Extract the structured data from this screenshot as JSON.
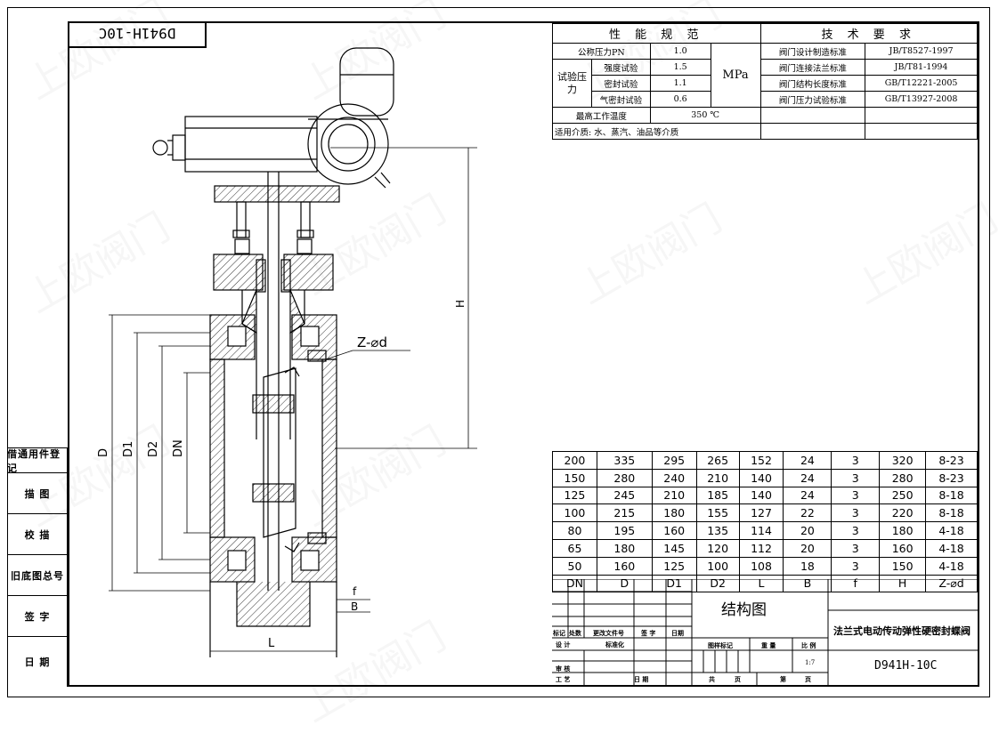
{
  "drawing_tag": "D941H-10C",
  "watermark": "上欧阀门",
  "spec_table": {
    "performance_title": "性 能 规 范",
    "tech_title": "技 术 要 求",
    "rows": [
      {
        "label": "公称压力PN",
        "value": "1.0"
      },
      {
        "label": "强度试验",
        "value": "1.5"
      },
      {
        "label": "密封试验",
        "value": "1.1"
      },
      {
        "label": "气密封试验",
        "value": "0.6"
      }
    ],
    "test_pressure_label": "试验压力",
    "unit": "MPa",
    "max_temp_label": "最高工作温度",
    "max_temp_value": "350 ℃",
    "medium_label": "适用介质: 水、蒸汽、油品等介质",
    "standards": [
      {
        "name": "阀门设计制造标准",
        "code": "JB/T8527-1997"
      },
      {
        "name": "阀门连接法兰标准",
        "code": "JB/T81-1994"
      },
      {
        "name": "阀门结构长度标准",
        "code": "GB/T12221-2005"
      },
      {
        "name": "阀门压力试验标准",
        "code": "GB/T13927-2008"
      }
    ]
  },
  "dimension_table": {
    "headers": [
      "DN",
      "D",
      "D1",
      "D2",
      "L",
      "B",
      "f",
      "H",
      "Z-⌀d"
    ],
    "rows": [
      [
        "200",
        "335",
        "295",
        "265",
        "152",
        "24",
        "3",
        "320",
        "8-23"
      ],
      [
        "150",
        "280",
        "240",
        "210",
        "140",
        "24",
        "3",
        "280",
        "8-23"
      ],
      [
        "125",
        "245",
        "210",
        "185",
        "140",
        "24",
        "3",
        "250",
        "8-18"
      ],
      [
        "100",
        "215",
        "180",
        "155",
        "127",
        "22",
        "3",
        "220",
        "8-18"
      ],
      [
        "80",
        "195",
        "160",
        "135",
        "114",
        "20",
        "3",
        "180",
        "4-18"
      ],
      [
        "65",
        "180",
        "145",
        "120",
        "112",
        "20",
        "3",
        "160",
        "4-18"
      ],
      [
        "50",
        "160",
        "125",
        "100",
        "108",
        "18",
        "3",
        "150",
        "4-18"
      ]
    ]
  },
  "title_block": {
    "drawing_type": "结构图",
    "product_name": "法兰式电动传动弹性硬密封蝶阀",
    "model": "D941H-10C",
    "scale": "1:7",
    "labels": {
      "mark": "标记",
      "count": "处数",
      "change_doc": "更改文件号",
      "sign": "签 字",
      "date": "日期",
      "design": "设 计",
      "standardize": "标准化",
      "review": "审 核",
      "process": "工 艺",
      "date2": "日 期",
      "sample_mark": "图样标记",
      "weight": "重 量",
      "ratio": "比 例",
      "total": "共",
      "sheet": "页",
      "no": "第",
      "sheet2": "页"
    }
  },
  "side_panel": [
    "借通用件登记",
    "描 图",
    "校 描",
    "旧底图总号",
    "签 字",
    "日 期"
  ],
  "drawing_labels": {
    "H": "H",
    "D": "D",
    "D1": "D1",
    "D2": "D2",
    "DN": "DN",
    "L": "L",
    "B": "B",
    "f": "f",
    "Z": "Z-⌀d"
  }
}
